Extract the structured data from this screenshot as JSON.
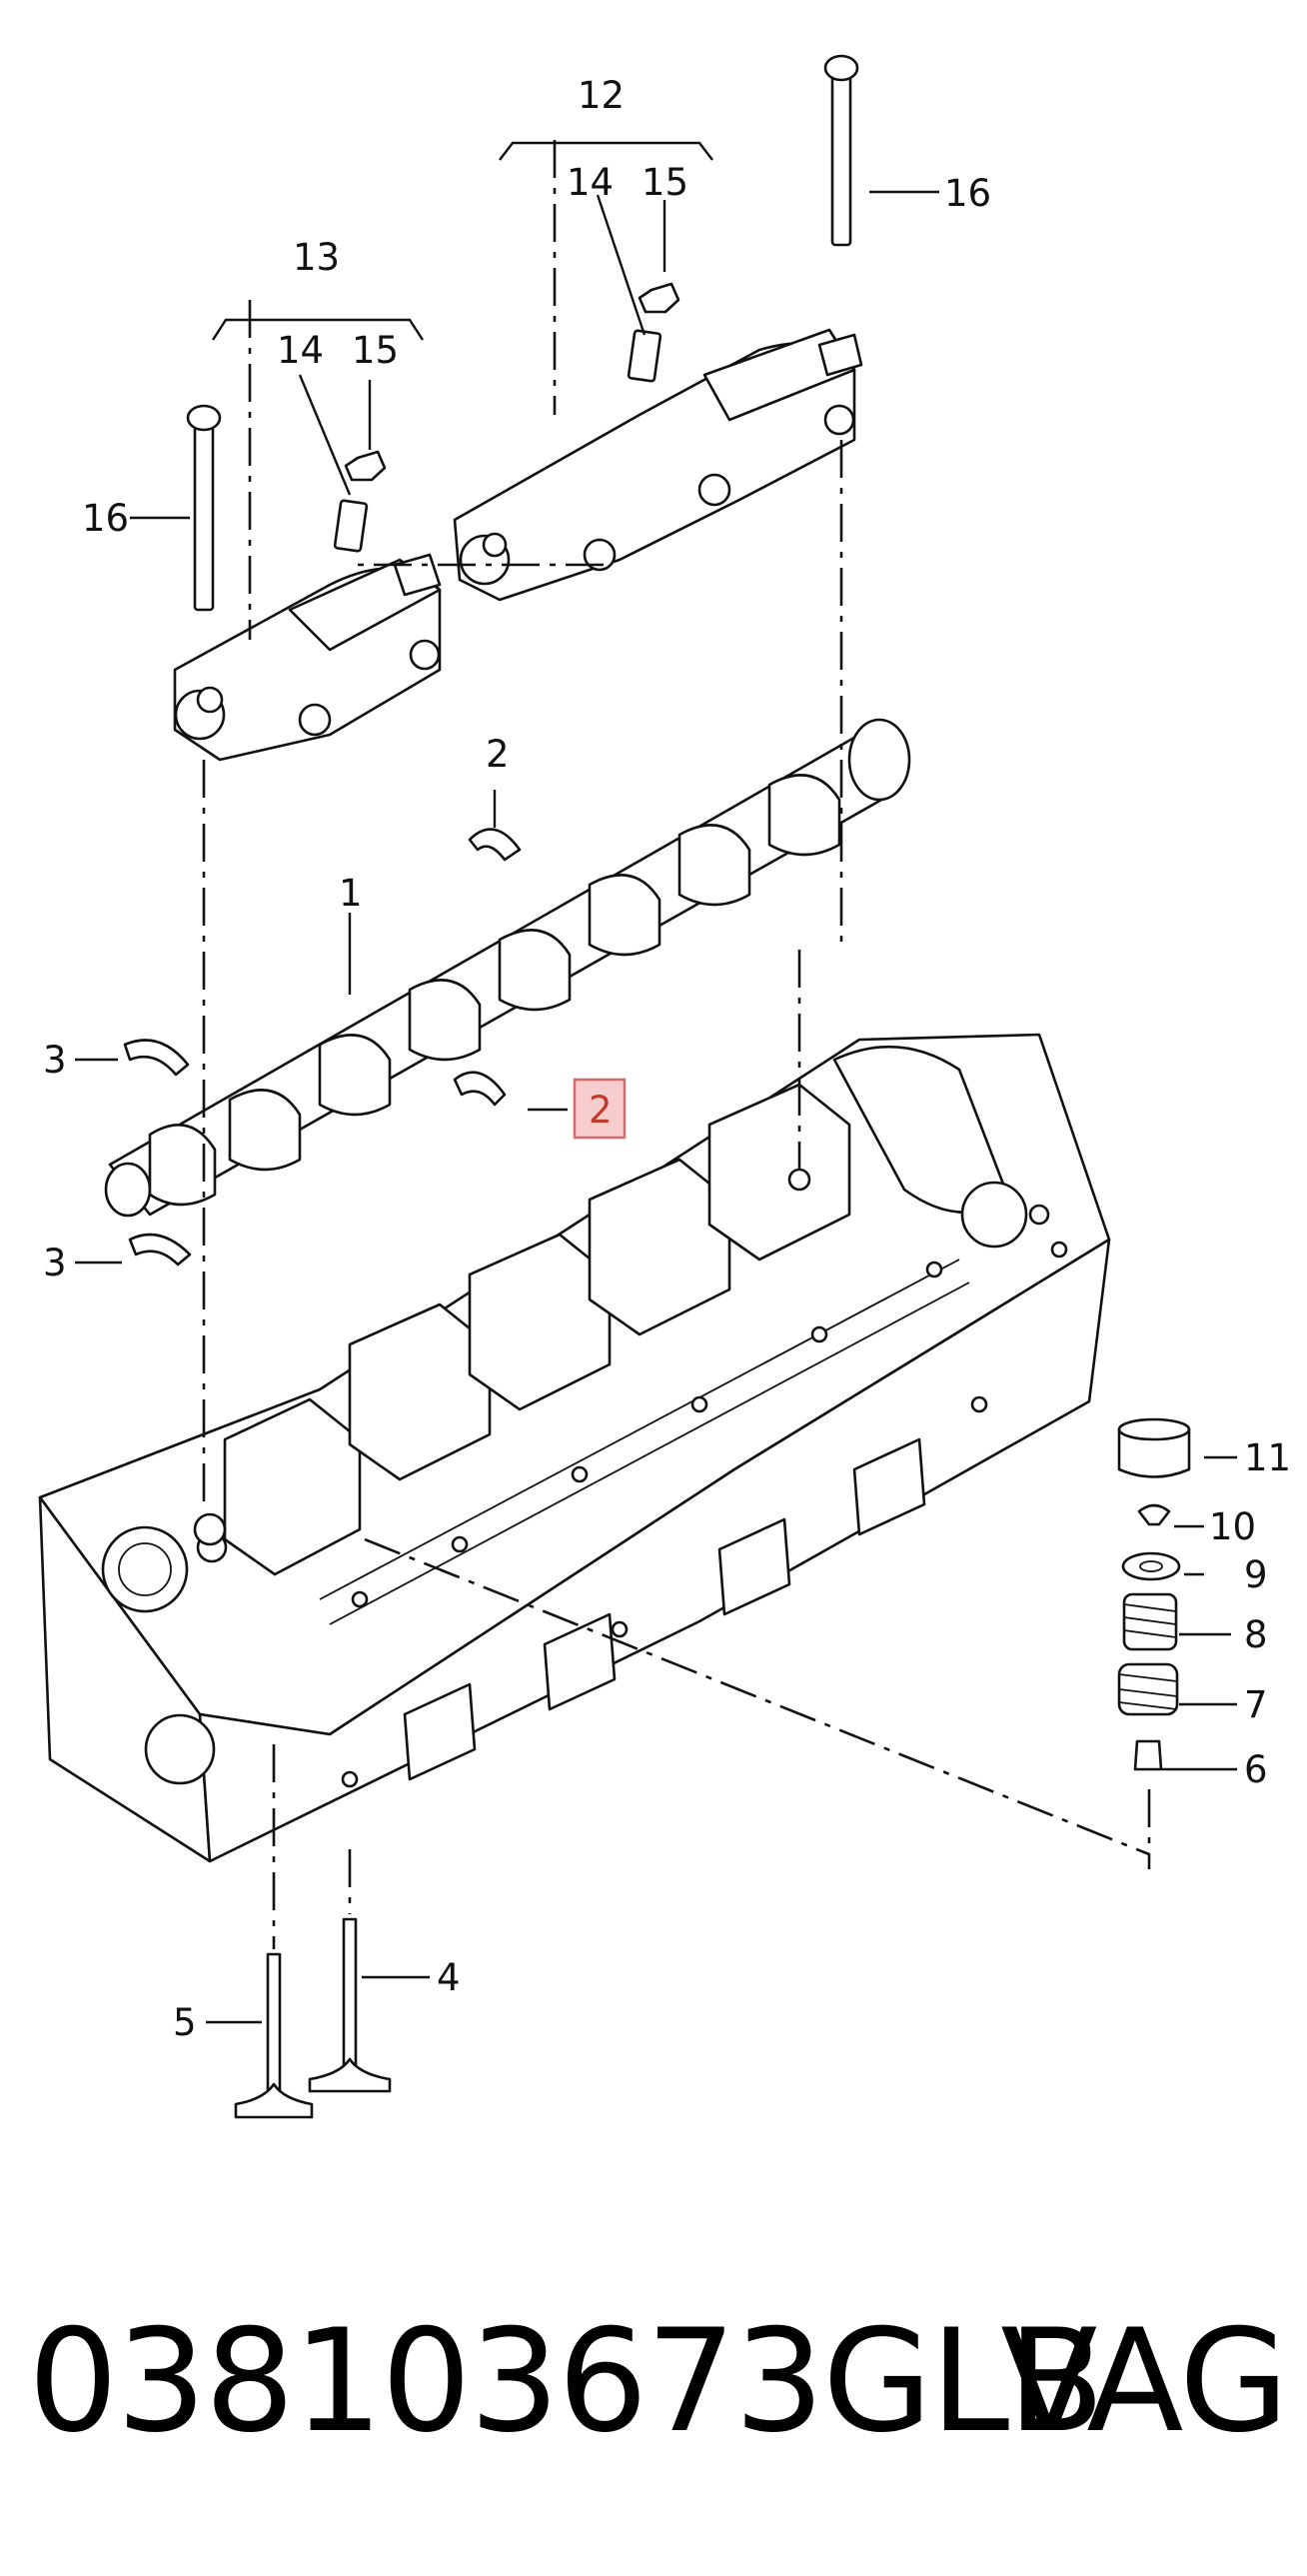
{
  "callouts": {
    "c12": "12",
    "c13": "13",
    "c14a": "14",
    "c15a": "15",
    "c14b": "14",
    "c15b": "15",
    "c16a": "16",
    "c16b": "16",
    "c2a": "2",
    "c2b": "2",
    "c1": "1",
    "c3a": "3",
    "c3b": "3",
    "c4": "4",
    "c5": "5",
    "c6": "6",
    "c7": "7",
    "c8": "8",
    "c9": "9",
    "c10": "10",
    "c11": "11"
  },
  "highlighted_callout": "2",
  "caption": {
    "part_number": "038103673GLB",
    "brand": "VAG"
  },
  "colors": {
    "highlight_fill": "#f6cccc",
    "highlight_border": "#d46a6a",
    "highlight_text": "#c0392b",
    "line": "#111111"
  }
}
